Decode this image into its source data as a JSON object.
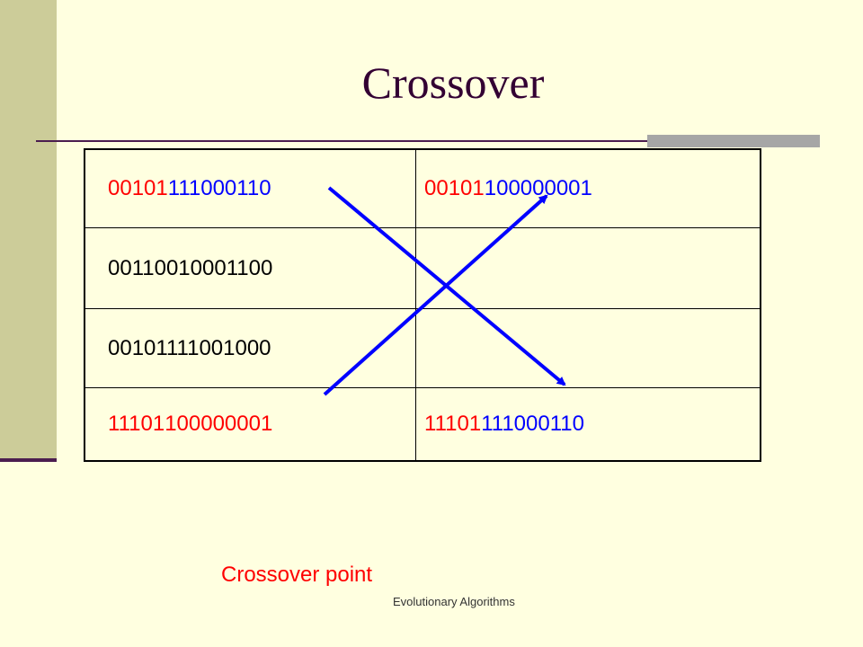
{
  "slide": {
    "title": "Crossover",
    "footer": "Evolutionary Algorithms",
    "annotation": "Crossover point"
  },
  "table": {
    "rows": [
      {
        "left": {
          "head": "00101",
          "tail": "111000110",
          "head_color": "red",
          "tail_color": "blue"
        },
        "right": {
          "head": "00101",
          "tail": "100000001",
          "head_color": "red",
          "tail_color": "blue"
        }
      },
      {
        "left": {
          "text": "00110010001100"
        },
        "right": {
          "text": ""
        }
      },
      {
        "left": {
          "text": "00101111001000"
        },
        "right": {
          "text": ""
        }
      },
      {
        "left": {
          "head": "11101",
          "tail": "100000001",
          "head_color": "red",
          "tail_color": "red"
        },
        "right": {
          "head": "11101",
          "tail": "111000110",
          "head_color": "red",
          "tail_color": "blue"
        }
      }
    ]
  },
  "colors": {
    "background": "#FFFFE0",
    "side_bar": "#CCCC99",
    "title": "#330033",
    "gene_red": "#FF0000",
    "gene_blue": "#0000FF",
    "arrow": "#0000FF"
  }
}
